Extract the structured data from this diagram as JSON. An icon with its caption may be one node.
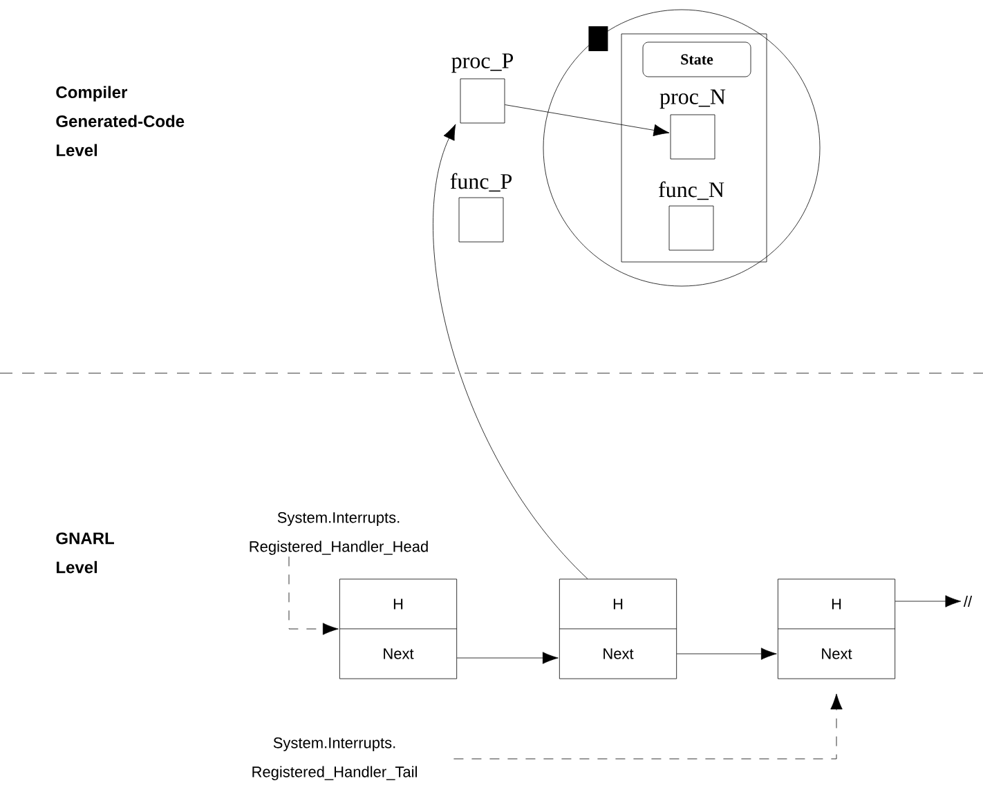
{
  "diagram": {
    "nodes": [
      {
        "text": [
          "proc_P"
        ]
      },
      {
        "text": [
          "func_P"
        ]
      },
      {
        "text": [],
        "shape": "circle"
      },
      {
        "text": [],
        "shape": "box",
        "in": 2
      },
      {
        "text": [
          "State"
        ],
        "in": 3
      },
      {
        "text": [
          "proc_N"
        ],
        "in": 3
      },
      {
        "text": [
          "func_N"
        ],
        "in": 3
      },
      {
        "text": [
          "System.Interrupts. Registered_Handler_Head"
        ]
      },
      {
        "text": [
          "H",
          "Next"
        ]
      },
      {
        "text": [
          "H",
          "Next"
        ]
      },
      {
        "text": [
          "H",
          "Next"
        ]
      },
      {
        "text": [
          "System.Interrupts. Registered_Handler_Tail"
        ]
      },
      {
        "text": [
          "//"
        ]
      }
    ],
    "edges": [
      {
        "from": 0,
        "to": 5,
        "arrow": "to"
      },
      {
        "from": 9,
        "to": 0,
        "arrow": "to"
      },
      {
        "from": 7,
        "to": 8,
        "arrow": "to",
        "style": "dashed"
      },
      {
        "from": 8,
        "to": 9,
        "arrow": "to"
      },
      {
        "from": 9,
        "to": 10,
        "arrow": "to"
      },
      {
        "from": 10,
        "to": 12,
        "arrow": "to"
      },
      {
        "from": 11,
        "to": 10,
        "arrow": "to",
        "style": "dashed"
      }
    ],
    "labels": [
      "Compiler Generated-Code Level",
      "GNARL Level"
    ]
  }
}
